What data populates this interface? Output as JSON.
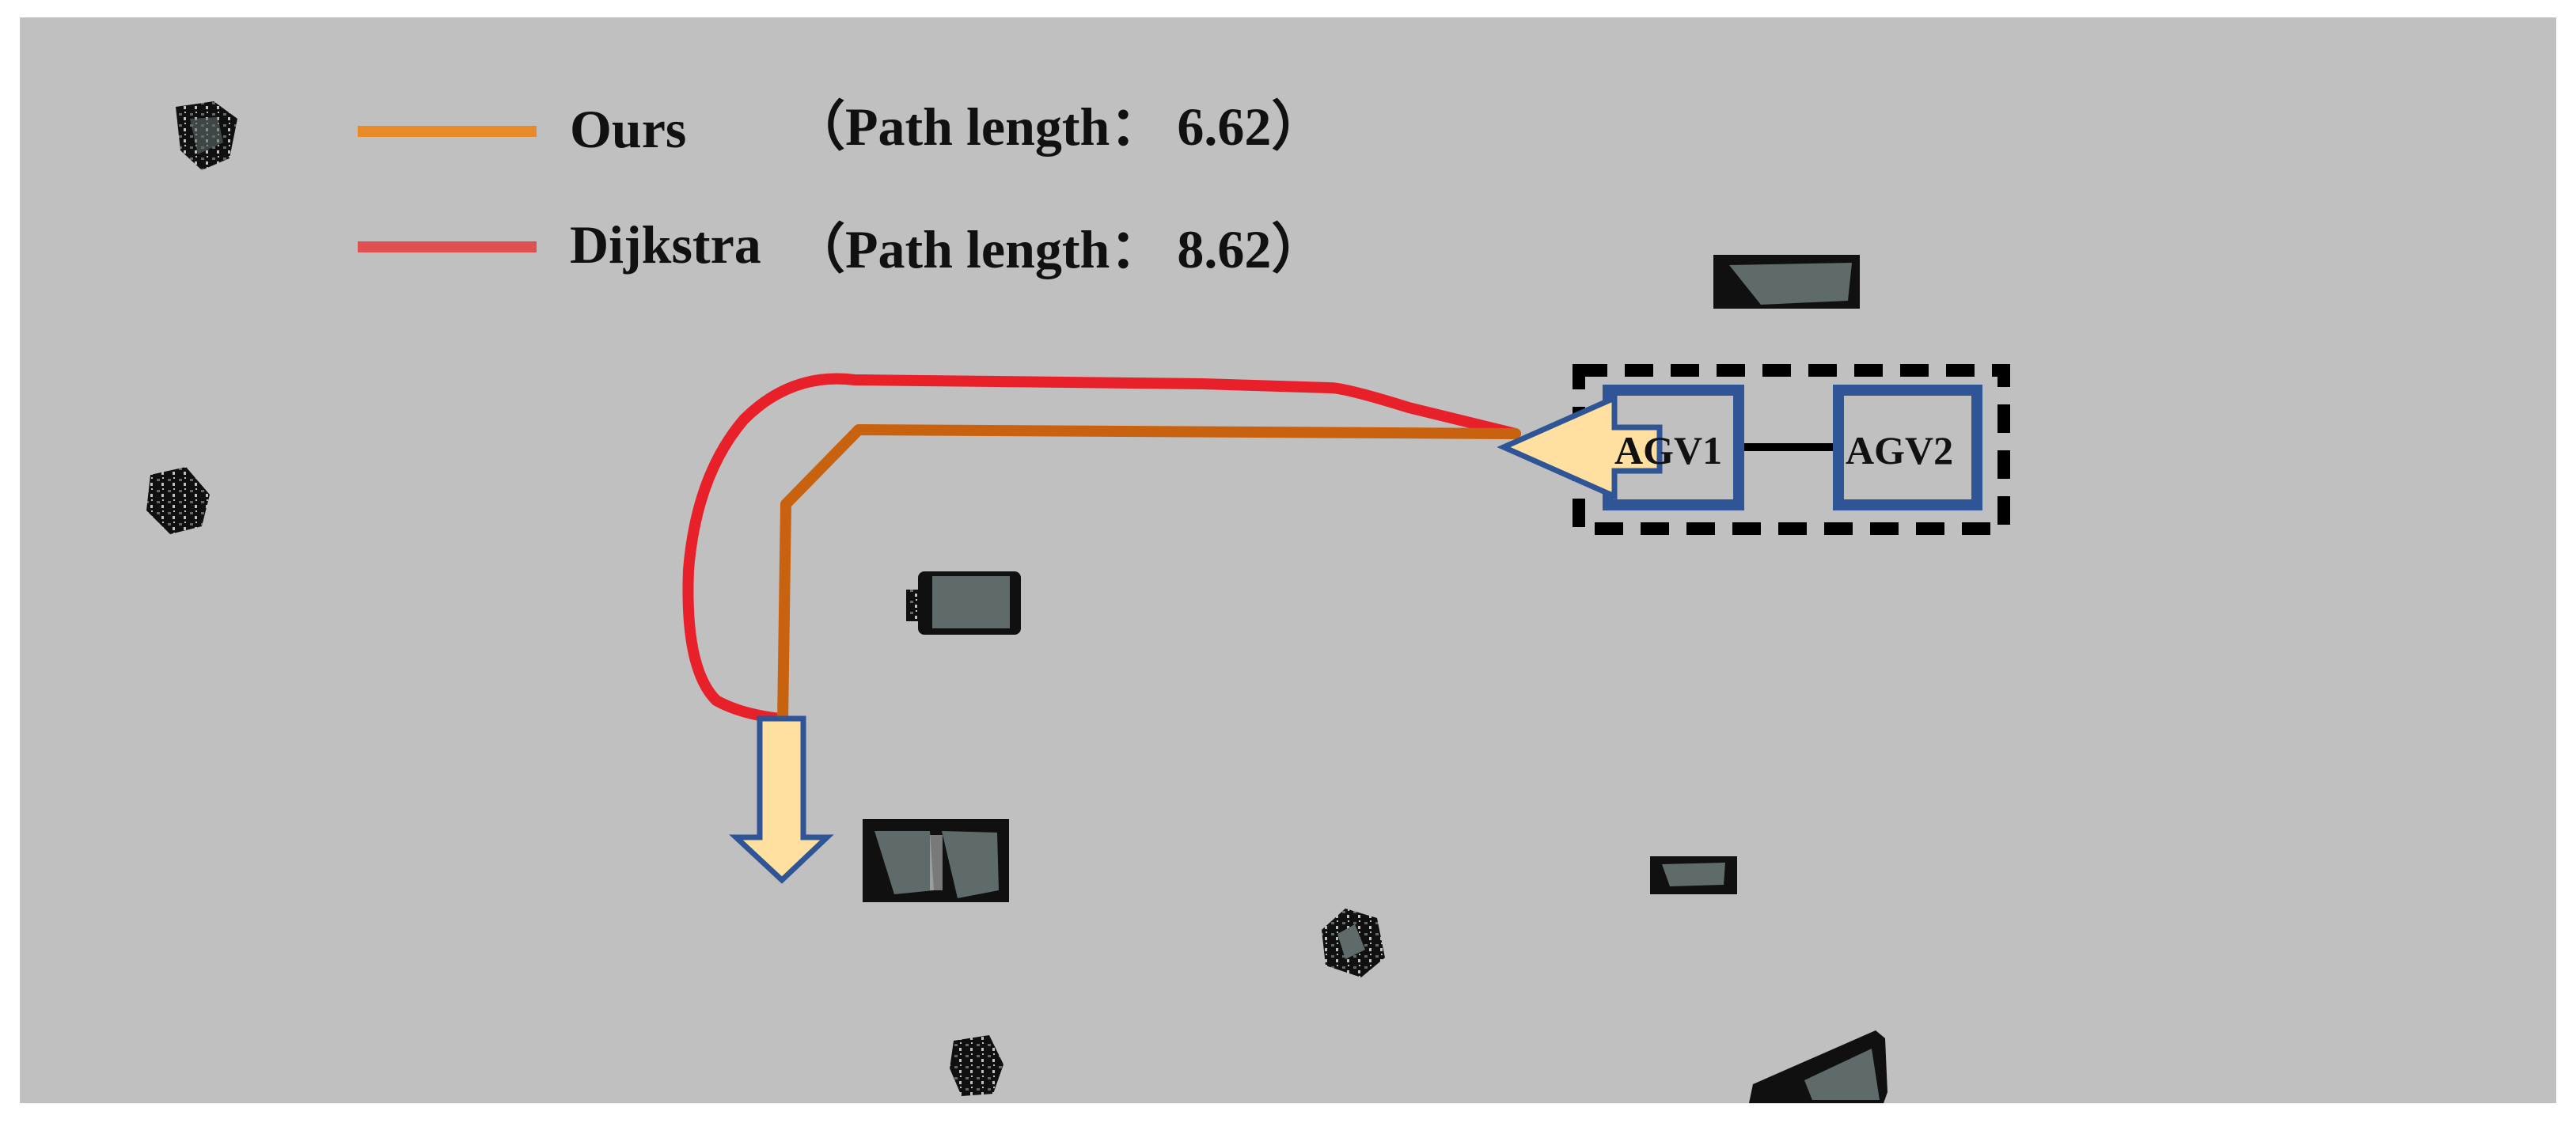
{
  "colors": {
    "map_background": "#c0c0c0",
    "page_background": "#ffffff",
    "ours_path": "#c8620f",
    "ours_legend": "#e88a2a",
    "dijkstra_path": "#e8202a",
    "dijkstra_legend": "#e05050",
    "arrow_fill": "#ffe0a0",
    "arrow_stroke": "#2f5597",
    "agv_box_stroke": "#2f5597",
    "formation_box_stroke": "#000000",
    "obstacle_fill": "#5f6b6b",
    "obstacle_edge": "#101010"
  },
  "legend": [
    {
      "name": "Ours",
      "detail": "（Path length：  6.62）",
      "color_key": "ours_legend"
    },
    {
      "name": "Dijkstra",
      "detail": "（Path length：  8.62）",
      "color_key": "dijkstra_legend"
    }
  ],
  "agents": [
    {
      "label": "AGV1"
    },
    {
      "label": "AGV2"
    }
  ],
  "icons": {
    "start_arrow": "left-arrow-icon",
    "goal_arrow": "down-arrow-icon",
    "obstacles": "obstacle-icon"
  }
}
